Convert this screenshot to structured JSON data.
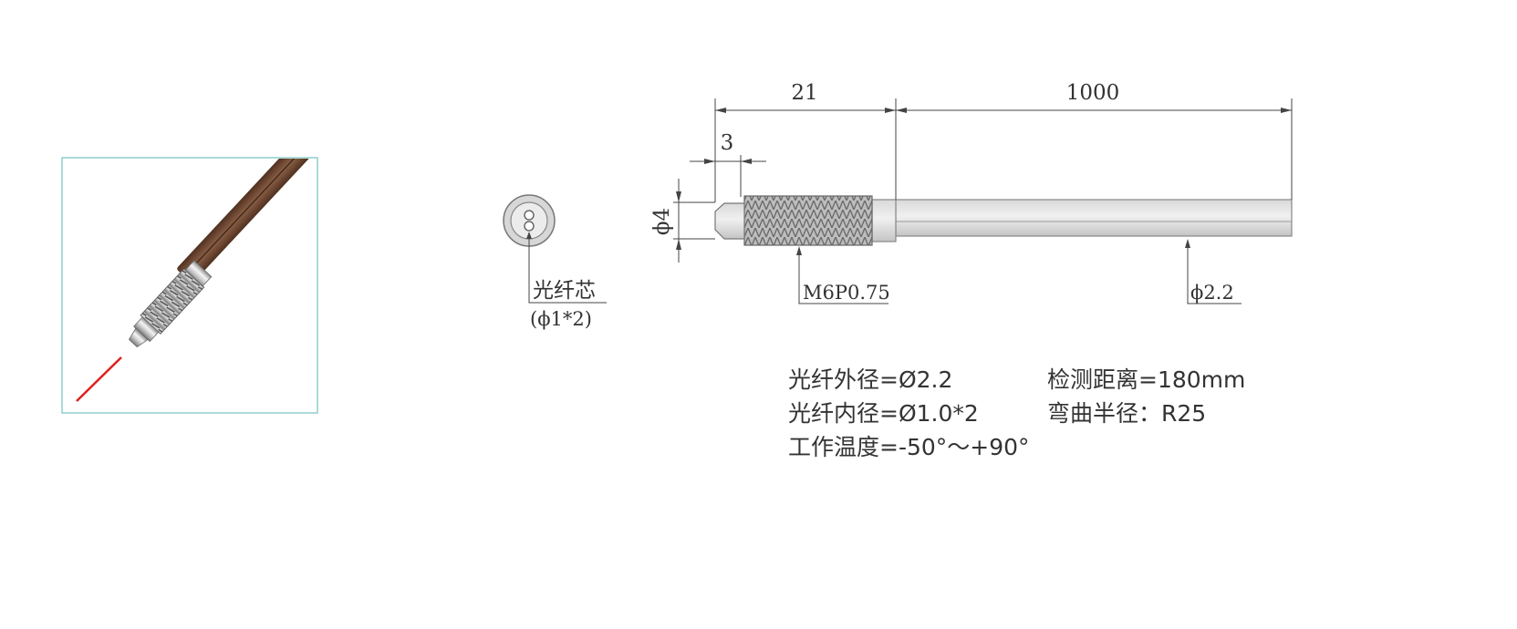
{
  "photo": {
    "frame_color": "#8fcfcb",
    "cable_color": "#6b4530",
    "laser_color": "#e0201e"
  },
  "end_view": {
    "label": "光纤芯",
    "sublabel": "(ϕ1*2)"
  },
  "dimensions": {
    "head_length": "21",
    "cable_length": "1000",
    "tip_length": "3",
    "tip_diameter": "ϕ4",
    "thread_spec": "M6P0.75",
    "cable_diameter": "ϕ2.2"
  },
  "specs": {
    "outer_diameter": "光纤外径=Ø2.2",
    "inner_diameter": "光纤内径=Ø1.0*2",
    "working_temp": "工作温度=-50°～+90°",
    "detect_distance": "检测距离=180mm",
    "bend_radius": "弯曲半径：R25"
  }
}
